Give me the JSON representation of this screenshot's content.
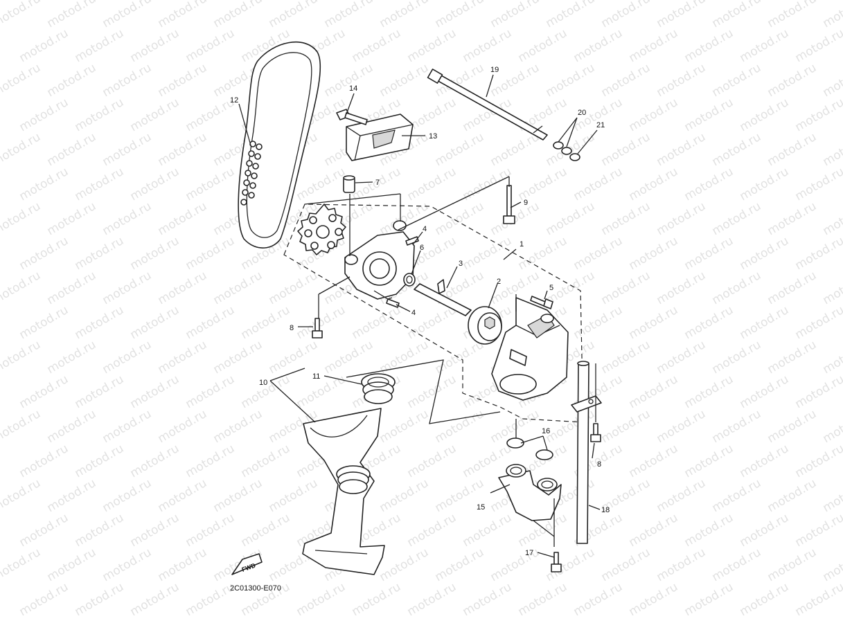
{
  "diagram": {
    "watermark_text": "motod.ru",
    "figure_code": "2C01300-E070",
    "fwd_label": "FWD",
    "callouts": [
      {
        "id": "1",
        "label": "1"
      },
      {
        "id": "2",
        "label": "2"
      },
      {
        "id": "3",
        "label": "3"
      },
      {
        "id": "4a",
        "label": "4"
      },
      {
        "id": "4b",
        "label": "4"
      },
      {
        "id": "5",
        "label": "5"
      },
      {
        "id": "6",
        "label": "6"
      },
      {
        "id": "7",
        "label": "7"
      },
      {
        "id": "8a",
        "label": "8"
      },
      {
        "id": "8b",
        "label": "8"
      },
      {
        "id": "9",
        "label": "9"
      },
      {
        "id": "10",
        "label": "10"
      },
      {
        "id": "11",
        "label": "11"
      },
      {
        "id": "12",
        "label": "12"
      },
      {
        "id": "13",
        "label": "13"
      },
      {
        "id": "14",
        "label": "14"
      },
      {
        "id": "15",
        "label": "15"
      },
      {
        "id": "16",
        "label": "16"
      },
      {
        "id": "17",
        "label": "17"
      },
      {
        "id": "18",
        "label": "18"
      },
      {
        "id": "19",
        "label": "19"
      },
      {
        "id": "20",
        "label": "20"
      },
      {
        "id": "21",
        "label": "21"
      }
    ]
  }
}
